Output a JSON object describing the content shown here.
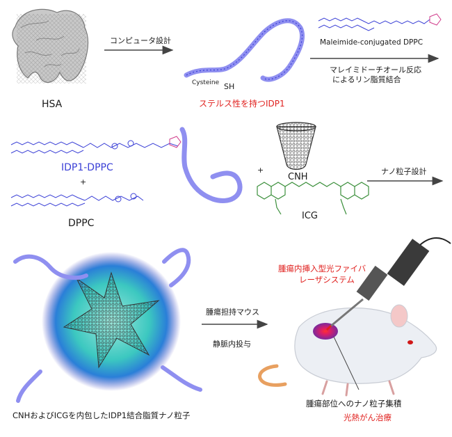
{
  "protein_label": "HSA",
  "step1_arrow_label": "コンピュータ設計",
  "idp_label": "ステルス性を持つIDP1",
  "cysteine_label": "Cysteine",
  "sh_label": "SH",
  "step2_reagent": "Maleimide-conjugated DPPC",
  "step2_desc_line1": "マレイミドーチオール反応",
  "step2_desc_line2": "によるリン脂質結合",
  "conjugate_label": "IDP1-DPPC",
  "plus_sign": "+",
  "lipid_label": "DPPC",
  "cnh_label": "CNH",
  "icg_label": "ICG",
  "step3_arrow_label": "ナノ粒子設計",
  "nanoparticle_label": "CNHおよびICGを内包したIDP1結合脂質ナノ粒子",
  "step4_arrow_line1": "腫瘍担持マウス",
  "step4_arrow_line2": "静脈内投与",
  "fiber_label_line1": "腫瘍内挿入型光ファイバ",
  "fiber_label_line2": "レーザシステム",
  "tumor_label": "腫瘍部位へのナノ粒子集積",
  "therapy_label": "光熱がん治療",
  "colors": {
    "accent_red": "#e0201e",
    "idp_blue": "#3a3fd6",
    "protein_fill": "#8f8ff0",
    "nanoparticle_glow": "#3cc8c0",
    "icg_green": "#3b8f3b"
  }
}
